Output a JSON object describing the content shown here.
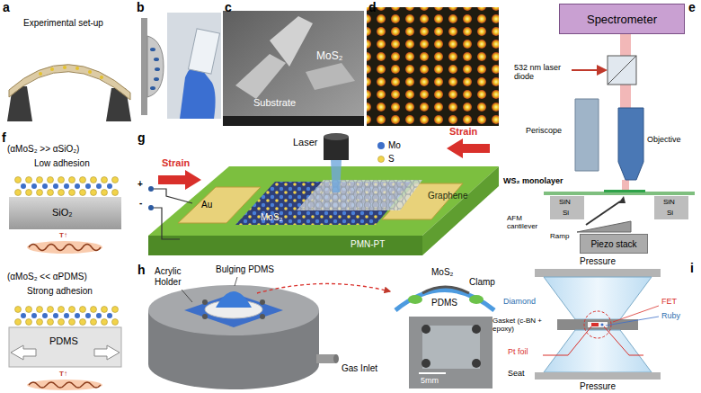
{
  "diagram": {
    "nodes": [
      {
        "text": [
          "Spectrometer"
        ]
      },
      {
        "text": [
          "Piezo stack"
        ]
      }
    ],
    "labels": [
      "a",
      "Experimental set-up",
      "b",
      "c",
      "MoS₂",
      "Substrate",
      "d",
      "e",
      "532 nm laser diode",
      "Periscope",
      "Objective",
      "WS₂ monolayer",
      "SiN",
      "Si",
      "SiN",
      "Si",
      "AFM cantilever",
      "Ramp",
      "f",
      "(αMoS₂ >> αSiO₂)",
      "Low adhesion",
      "SiO₂",
      "T↑",
      "(αMoS₂ << αPDMS)",
      "Strong adhesion",
      "PDMS",
      "T↑",
      "g",
      "Strain",
      "Strain",
      "Laser",
      "Mo",
      "S",
      "Graphene",
      "MoS₂",
      "Au",
      "PMN-PT",
      "+",
      "-",
      "h",
      "Acrylic Holder",
      "Bulging PDMS",
      "Gas Inlet",
      "MoS₂",
      "Clamp",
      "PDMS",
      "5mm",
      "i",
      "Pressure",
      "Diamond",
      "FET",
      "Ruby",
      "Gasket (c-BN + epoxy)",
      "Pt foil",
      "Seat",
      "Pressure"
    ]
  }
}
